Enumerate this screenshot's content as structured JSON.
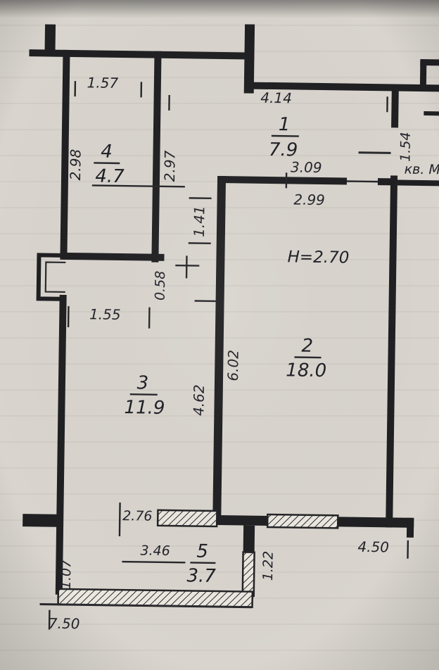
{
  "rooms": [
    {
      "number": "1",
      "area": "7.9"
    },
    {
      "number": "2",
      "area": "18.0"
    },
    {
      "number": "3",
      "area": "11.9"
    },
    {
      "number": "4",
      "area": "4.7"
    },
    {
      "number": "5",
      "area": "3.7"
    }
  ],
  "notes": {
    "ceiling_height": "H=2.70",
    "apartment_label": "кв. М"
  },
  "dims": {
    "room4_top_width": "1.57",
    "hall_top_width": "4.14",
    "room4_left_depth": "2.98",
    "room4_right_depth": "2.97",
    "corridor_opening_depth": "1.41",
    "wall_stub": "0.58",
    "niche_width": "1.55",
    "room2_top_width_outer": "3.09",
    "room2_top_width_inner": "2.99",
    "entry_side_depth": "1.54",
    "room2_left_depth": "6.02",
    "room3_right_depth": "4.62",
    "room5_opening_width": "2.76",
    "room5_width": "3.46",
    "room5_right_depth": "1.22",
    "bottom_right_width": "4.50",
    "room5_left_depth": "1.07",
    "bottom_total_width": "7.50"
  }
}
